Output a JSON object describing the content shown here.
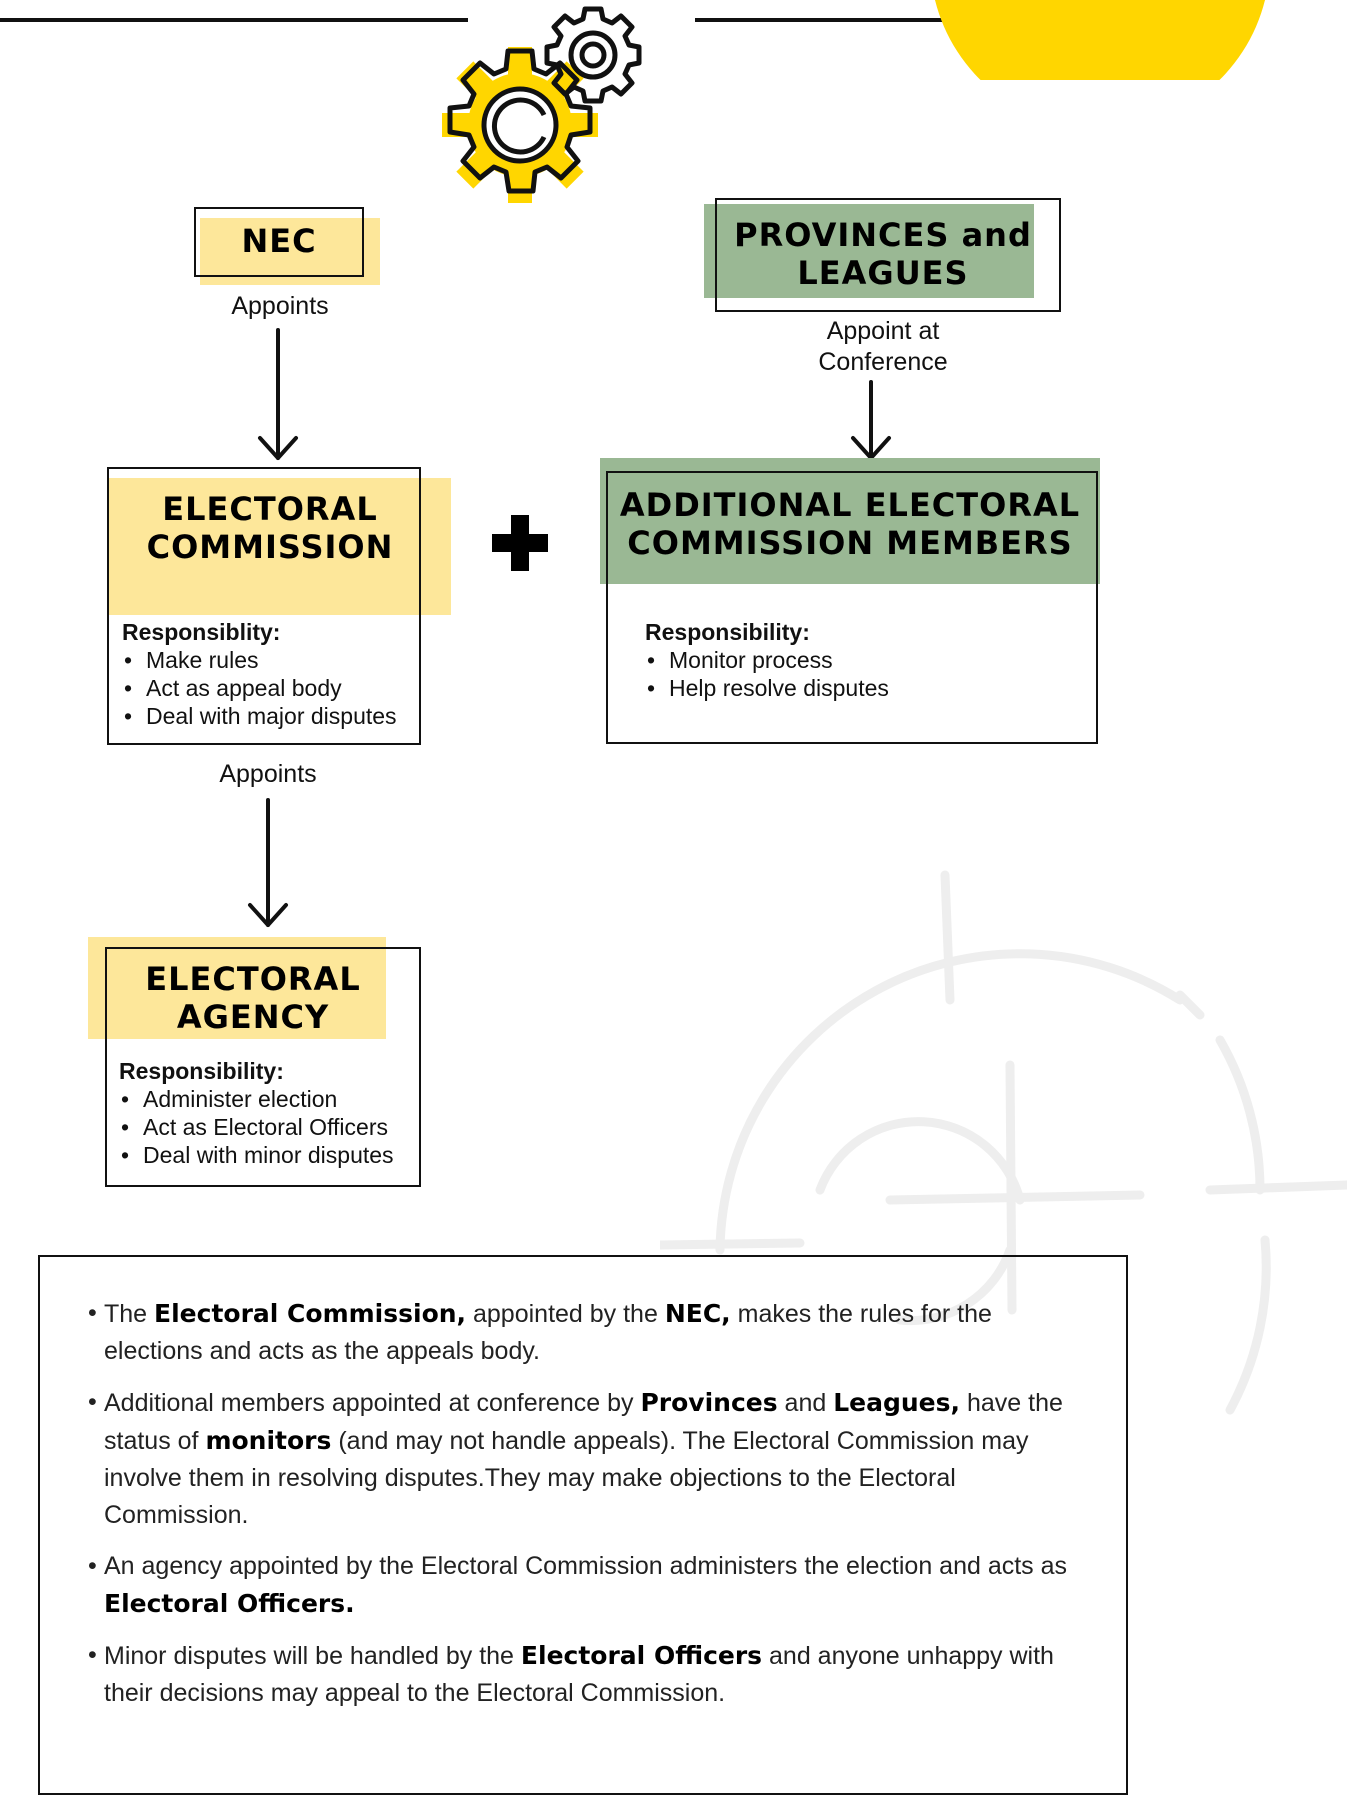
{
  "colors": {
    "yellow": "#ffd600",
    "pale_yellow": "#fde79a",
    "sage_green": "#9ab894",
    "line": "#111111"
  },
  "icons": {
    "top": "gears-icon",
    "decor": "crosshair-icon"
  },
  "diagram": {
    "nec": {
      "title": "NEC",
      "arrow_label": "Appoints"
    },
    "provinces": {
      "title_line1": "PROVINCES and",
      "title_line2": "LEAGUES",
      "arrow_label_line1": "Appoint at",
      "arrow_label_line2": "Conference"
    },
    "plus_symbol": "+",
    "electoral_commission": {
      "title_line1": "ELECTORAL",
      "title_line2": "COMMISSION",
      "resp_heading": "Responsiblity:",
      "responsibilities": [
        "Make rules",
        "Act as appeal body",
        "Deal with major disputes"
      ],
      "arrow_label": "Appoints"
    },
    "additional_members": {
      "title_line1": "ADDITIONAL ELECTORAL",
      "title_line2": "COMMISSION MEMBERS",
      "resp_heading": "Responsibility:",
      "responsibilities": [
        "Monitor process",
        "Help resolve disputes"
      ]
    },
    "electoral_agency": {
      "title_line1": "ELECTORAL",
      "title_line2": "AGENCY",
      "resp_heading": "Responsibility:",
      "responsibilities": [
        "Administer election",
        "Act as Electoral Officers",
        "Deal with minor disputes"
      ]
    }
  },
  "summary": {
    "p1": {
      "t1": "The ",
      "b1": "Electoral Commission,",
      "t2": " appointed by the ",
      "b2": "NEC,",
      "t3": " makes the rules for the elections and acts as the appeals body."
    },
    "p2": {
      "t1": "Additional members appointed at conference by ",
      "b1": "Provinces",
      "t2": " and ",
      "b2": "Leagues,",
      "t3": " have the status of ",
      "b3": "monitors",
      "t4": " (and may not handle appeals). The Electoral Commission may involve them in resolving disputes.They may make objections to the Electoral Commission."
    },
    "p3": {
      "t1": "An agency appointed by the Electoral Commission administers the election and acts as ",
      "b1": "Electoral Officers."
    },
    "p4": {
      "t1": "Minor disputes will be handled by the ",
      "b1": "Electoral Officers",
      "t2": " and anyone unhappy with their decisions may appeal to the Electoral Commission."
    }
  }
}
